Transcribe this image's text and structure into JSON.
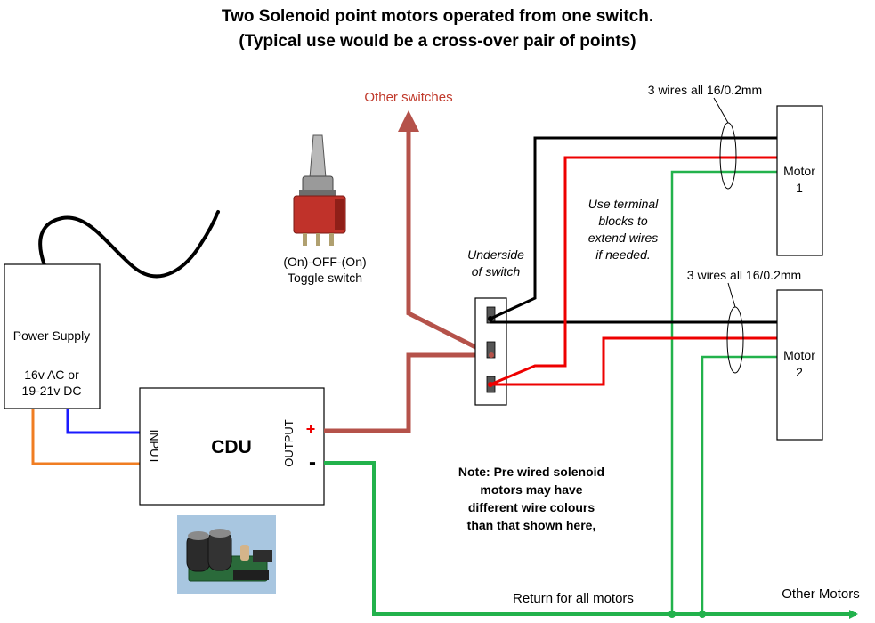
{
  "title": {
    "line1": "Two Solenoid point motors operated from one switch.",
    "line2": "(Typical use would be a cross-over pair of points)"
  },
  "power_supply": {
    "label": "Power Supply",
    "spec_line1": "16v AC or",
    "spec_line2": "19-21v DC"
  },
  "cdu": {
    "label": "CDU",
    "input_label": "INPUT",
    "output_label": "OUTPUT",
    "plus": "+",
    "minus": "-"
  },
  "toggle": {
    "caption_line1": "(On)-OFF-(On)",
    "caption_line2": "Toggle switch"
  },
  "switch_underside": {
    "line1": "Underside",
    "line2": "of switch"
  },
  "other_switches": "Other switches",
  "terminal_note": [
    "Use terminal",
    "blocks to",
    "extend wires",
    "if needed."
  ],
  "wires_label_1": "3 wires all 16/0.2mm",
  "wires_label_2": "3 wires all 16/0.2mm",
  "motor1": {
    "line1": "Motor",
    "line2": "1"
  },
  "motor2": {
    "line1": "Motor",
    "line2": "2"
  },
  "note": [
    "Note: Pre wired solenoid",
    "motors may have",
    "different wire colours",
    "than that shown here,"
  ],
  "return_label": "Return for all motors",
  "other_motors": "Other Motors",
  "colors": {
    "red_wire": "#ee0000",
    "black_wire": "#000000",
    "green_wire": "#22b24c",
    "blue_wire": "#1a1aff",
    "orange_wire": "#f07d22",
    "brown_wire": "#b5524a",
    "other_switches_text": "#c0392b"
  }
}
